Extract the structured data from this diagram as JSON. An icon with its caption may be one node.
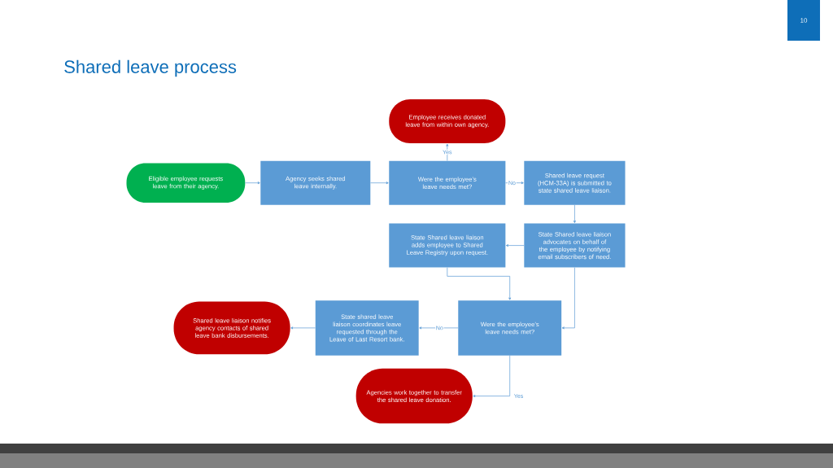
{
  "diagram": {
    "title": "Shared leave process",
    "nodes": [
      {
        "text": [
          "Employee receives donated leave from within own agency."
        ]
      },
      {
        "text": [
          "Eligible employee requests leave from their agency."
        ]
      },
      {
        "text": [
          "Agency seeks shared leave internally."
        ]
      },
      {
        "text": [
          "Were the employee’s leave needs met?"
        ]
      },
      {
        "text": [
          "Shared leave request (HCM-33A) is submitted to state shared leave liaison."
        ]
      },
      {
        "text": [
          "State Shared leave liaison adds employee to Shared Leave Registry upon request."
        ]
      },
      {
        "text": [
          "State Shared leave liaison advocates on behalf of the employee by notifying email subscribers of need."
        ]
      },
      {
        "text": [
          "Shared leave liaison notifies agency contacts of shared leave bank disbursements."
        ]
      },
      {
        "text": [
          "State shared leave liaison coordinates leave requested through the Leave of Last Resort bank."
        ]
      },
      {
        "text": [
          "Were the employee’s leave needs met?"
        ]
      },
      {
        "text": [
          "Agencies work together to transfer the shared leave donation."
        ]
      }
    ],
    "edges": [
      {
        "from": 1,
        "to": 2,
        "arrow": "to"
      },
      {
        "from": 2,
        "to": 3,
        "arrow": "to"
      },
      {
        "from": 3,
        "to": 0,
        "arrow": "to",
        "label": "Yes"
      },
      {
        "from": 3,
        "to": 4,
        "arrow": "to",
        "label": "No"
      },
      {
        "from": 4,
        "to": 6,
        "arrow": "to"
      },
      {
        "from": 6,
        "to": 5,
        "arrow": "to"
      },
      {
        "from": 5,
        "to": 9,
        "arrow": "to"
      },
      {
        "from": 6,
        "to": 9,
        "arrow": "to"
      },
      {
        "from": 9,
        "to": 8,
        "arrow": "to",
        "label": "No"
      },
      {
        "from": 8,
        "to": 7,
        "arrow": "to"
      },
      {
        "from": 9,
        "to": 10,
        "arrow": "to",
        "label": "Yes"
      }
    ],
    "labels": [
      "10"
    ]
  }
}
